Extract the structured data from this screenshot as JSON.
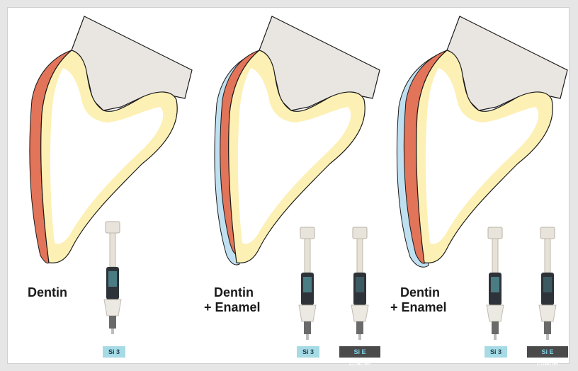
{
  "panels": [
    {
      "label_lines": [
        "Dentin"
      ],
      "layers": [
        "dentin"
      ],
      "products": [
        {
          "tag_prefix": "Si",
          "tag_main": "3",
          "tag_suffix": "",
          "style": "si3"
        }
      ]
    },
    {
      "label_lines": [
        "Dentin",
        "+ Enamel"
      ],
      "layers": [
        "dentin",
        "enamel"
      ],
      "products": [
        {
          "tag_prefix": "Si",
          "tag_main": "3",
          "tag_suffix": "",
          "style": "si3"
        },
        {
          "tag_prefix": "Si",
          "tag_main": "E",
          "tag_suffix": "Enamel",
          "style": "sie"
        }
      ]
    },
    {
      "label_lines": [
        "Dentin",
        "+ Enamel"
      ],
      "layers": [
        "dentin",
        "enamel"
      ],
      "products": [
        {
          "tag_prefix": "Si",
          "tag_main": "3",
          "tag_suffix": "",
          "style": "si3"
        },
        {
          "tag_prefix": "Si",
          "tag_main": "E",
          "tag_suffix": "Enamel",
          "style": "sie"
        }
      ]
    }
  ],
  "colors": {
    "dentin_layer": "#e2745a",
    "enamel_layer": "#bfe0f0",
    "tooth_fill": "#fdf0b4",
    "tooth_inner": "#ffffff",
    "gingiva": "#e9e6e2",
    "tag_si3": "#a6dbe6",
    "tag_sie": "#4a4a4a"
  }
}
